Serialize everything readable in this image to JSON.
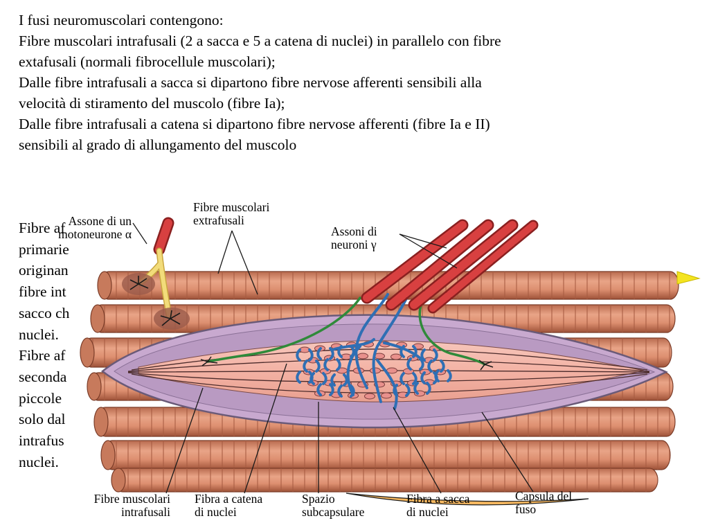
{
  "intro": {
    "lines": [
      "I fusi neuromuscolari contengono:",
      "Fibre muscolari intrafusali (2 a sacca e 5 a catena di nuclei) in parallelo con fibre",
      "extafusali (normali fibrocellule muscolari);",
      "Dalle fibre intrafusali a sacca si dipartono fibre nervose afferenti sensibili alla",
      "velocità di stiramento del muscolo (fibre Ia);",
      "Dalle fibre intrafusali a catena si dipartono fibre nervose afferenti (fibre Ia e II)",
      "sensibili al grado di allungamento del muscolo"
    ]
  },
  "side_text": {
    "lines": [
      "Fibre af",
      "primarie",
      "originan",
      "fibre int",
      "sacco ch",
      "nuclei.",
      "Fibre af",
      "seconda",
      "piccole",
      "solo dal",
      "intrafus",
      "nuclei."
    ]
  },
  "labels": {
    "alpha_axon": [
      "Assone di un",
      "motoneurone α"
    ],
    "extrafusal": [
      "Fibre muscolari",
      "extrafusali"
    ],
    "gamma_axons": [
      "Assoni di",
      "neuroni γ"
    ],
    "intrafusal": [
      "Fibre muscolari",
      "intrafusali"
    ],
    "chain_fiber": [
      "Fibra a catena",
      "di nuclei"
    ],
    "subcapsular": [
      "Spazio",
      "subcapsulare"
    ],
    "bag_fiber": [
      "Fibra a sacca",
      "di nuclei"
    ],
    "capsule": [
      "Capsula del",
      "fuso"
    ]
  },
  "colors": {
    "muscle_fiber": "#d88a6a",
    "muscle_dark": "#a85a40",
    "capsule": "#c8a9cf",
    "intrafusal": "#f2b4a8",
    "axon_red": "#d84040",
    "axon_yellow": "#f2dc7a",
    "afferent_blue": "#2f6fb4",
    "afferent_green": "#2f8a3a",
    "pointer_yellow": "#f4e420"
  }
}
